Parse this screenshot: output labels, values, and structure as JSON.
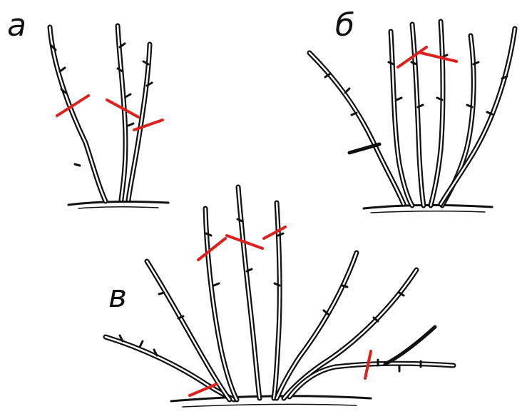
{
  "panels": [
    {
      "label": "а"
    },
    {
      "label": "б"
    },
    {
      "label": "в"
    }
  ],
  "colors": {
    "ink": "#111111",
    "cut_mark": "#e0201c",
    "background": "#ffffff"
  }
}
